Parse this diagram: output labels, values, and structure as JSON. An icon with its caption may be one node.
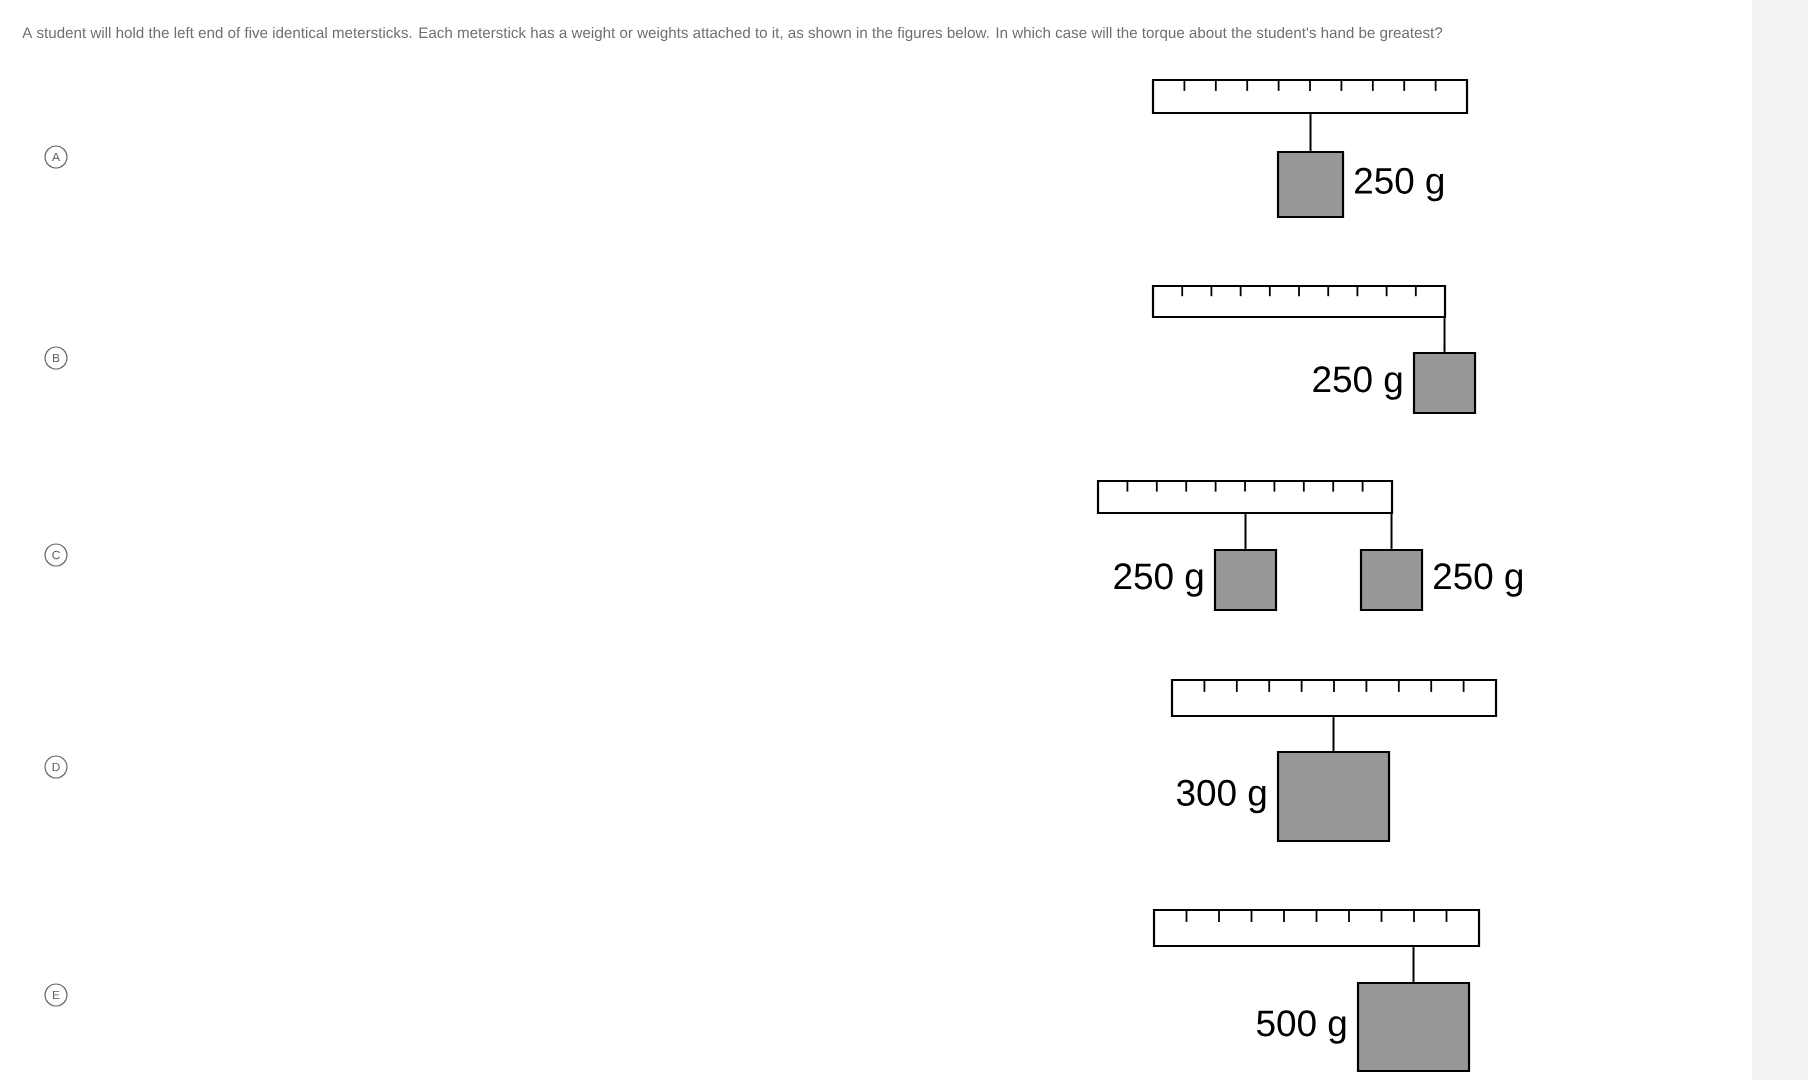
{
  "diagram": {
    "title": "A student will hold the left end of five identical metersticks. Each meterstick has a weight or weights attached to it, as shown in the figures below. In which case will the torque about the student's hand be greatest?",
    "nodes": [
      {
        "text": [],
        "shape": "bar"
      },
      {
        "text": [],
        "shape": "box",
        "beside": [
          "250 g"
        ]
      },
      {
        "text": [],
        "shape": "bar"
      },
      {
        "text": [],
        "shape": "box",
        "beside": [
          "250 g"
        ]
      },
      {
        "text": [],
        "shape": "bar"
      },
      {
        "text": [],
        "shape": "box",
        "beside": [
          "250 g"
        ]
      },
      {
        "text": [],
        "shape": "box",
        "beside": [
          "250 g"
        ]
      },
      {
        "text": [],
        "shape": "bar"
      },
      {
        "text": [],
        "shape": "box",
        "beside": [
          "300 g"
        ]
      },
      {
        "text": [],
        "shape": "bar"
      },
      {
        "text": [],
        "shape": "box",
        "beside": [
          "500 g"
        ]
      }
    ],
    "edges": [
      {
        "from": 0,
        "to": 1,
        "arrow": "none"
      },
      {
        "from": 2,
        "to": 3,
        "arrow": "none"
      },
      {
        "from": 4,
        "to": 5,
        "arrow": "none"
      },
      {
        "from": 4,
        "to": 6,
        "arrow": "none"
      },
      {
        "from": 7,
        "to": 8,
        "arrow": "none"
      },
      {
        "from": 9,
        "to": 10,
        "arrow": "none"
      }
    ],
    "labels": [
      "A",
      "B",
      "C",
      "D",
      "E"
    ]
  }
}
